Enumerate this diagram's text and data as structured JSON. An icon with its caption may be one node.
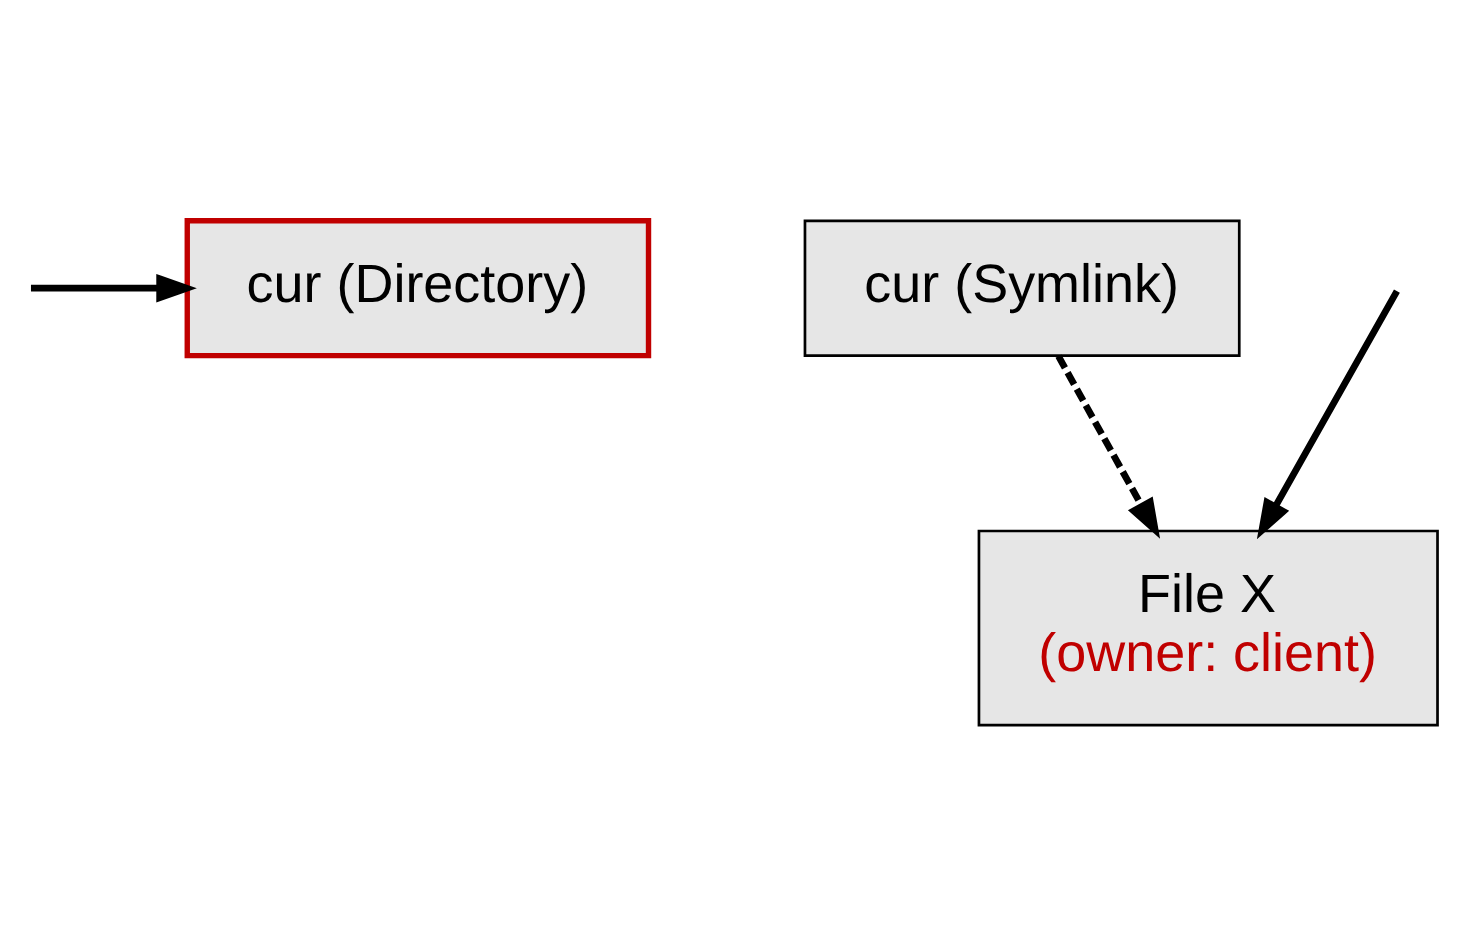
{
  "diagram": {
    "nodes": [
      {
        "text": [
          "cur (Directory)"
        ]
      },
      {
        "text": [
          "cur (Symlink)"
        ]
      },
      {
        "text": [
          "File X",
          "(owner: client)"
        ]
      }
    ],
    "edges": [
      {
        "from": null,
        "to": 0,
        "arrow": "to"
      },
      {
        "from": null,
        "to": 2,
        "arrow": "to"
      },
      {
        "from": 1,
        "to": 2,
        "arrow": "to",
        "style": "dashed"
      }
    ]
  }
}
